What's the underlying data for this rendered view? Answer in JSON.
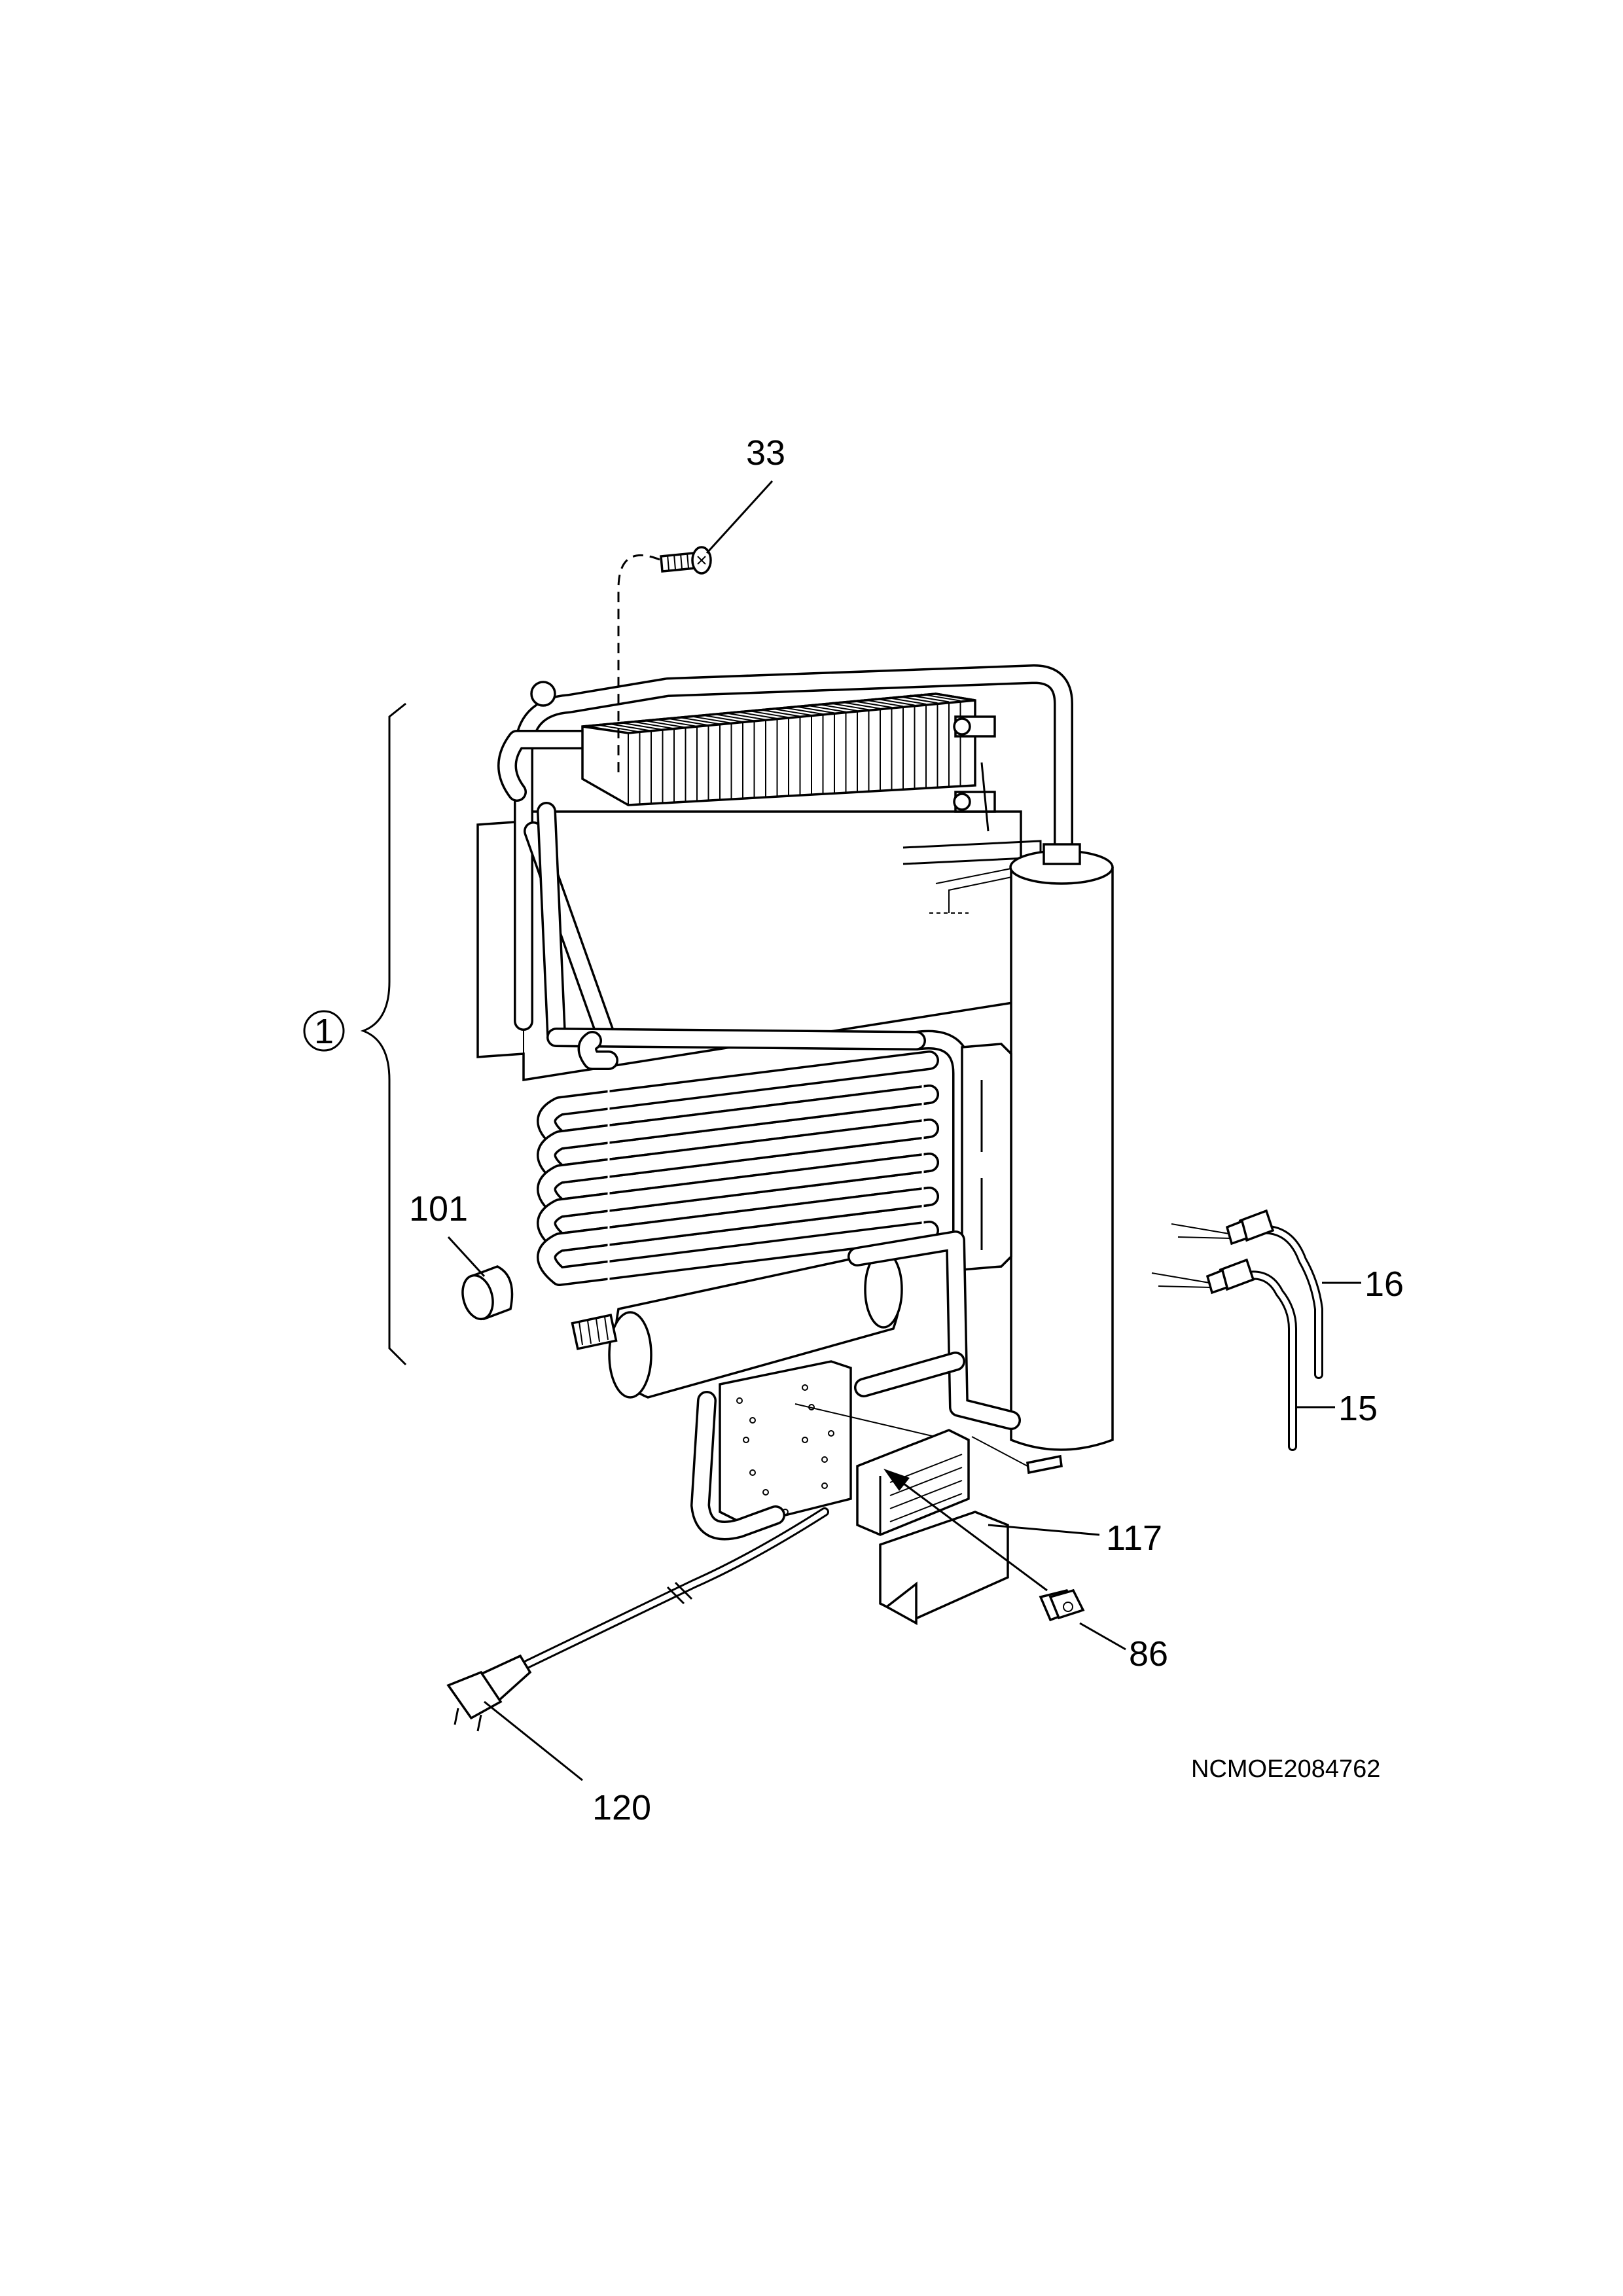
{
  "callouts": {
    "c33": "33",
    "c1": "1",
    "c101": "101",
    "c16": "16",
    "c15": "15",
    "c117": "117",
    "c86": "86",
    "c120": "120"
  },
  "drawing_code": "NCMOE2084762"
}
